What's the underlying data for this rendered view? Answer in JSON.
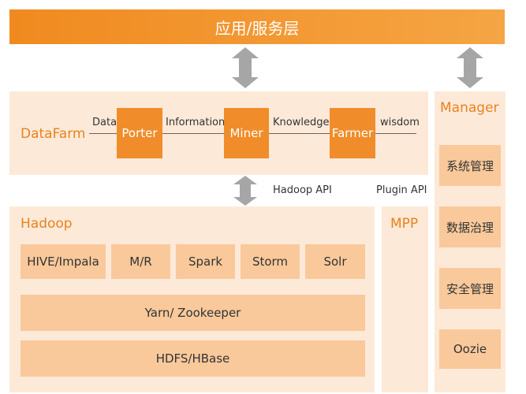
{
  "top_bar": {
    "title": "应用/服务层"
  },
  "datafarm": {
    "title": "DataFarm",
    "flow_labels": [
      "Data",
      "Information",
      "Knowledge",
      "wisdom"
    ],
    "boxes": [
      "Porter",
      "Miner",
      "Farmer"
    ]
  },
  "apis": {
    "hadoop_api": "Hadoop API",
    "plugin_api": "Plugin API"
  },
  "hadoop": {
    "title": "Hadoop",
    "modules": [
      "HIVE/Impala",
      "M/R",
      "Spark",
      "Storm",
      "Solr"
    ],
    "yarn": "Yarn/ Zookeeper",
    "hdfs": "HDFS/HBase"
  },
  "mpp": {
    "title": "MPP"
  },
  "manager": {
    "title": "Manager",
    "items": [
      "系统管理",
      "数据治理",
      "安全管理",
      "Oozie"
    ]
  },
  "colors": {
    "accent": "#f08d2a",
    "panel": "#fde9d8",
    "module": "#f9c99b",
    "arrow": "#a6a6a6"
  }
}
